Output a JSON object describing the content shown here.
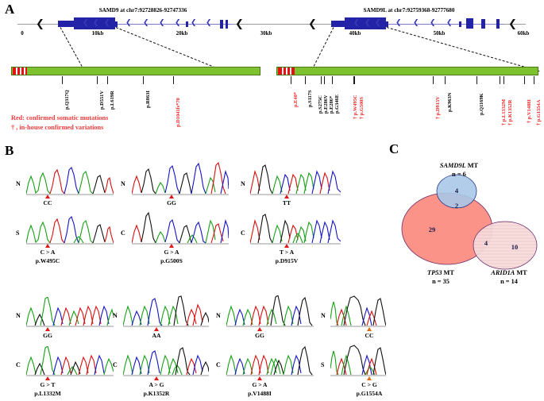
{
  "panels": {
    "a_letter": "A",
    "b_letter": "B",
    "c_letter": "C"
  },
  "panelA": {
    "genes": [
      {
        "name": "SAMD9 at chr7:92728826-92747336"
      },
      {
        "name": "SAMD9L at chr7:92759368-92777680"
      }
    ],
    "axis_labels": [
      "0",
      "10kb",
      "20kb",
      "30kb",
      "40kb",
      "50kb",
      "60kb"
    ],
    "legend_line1": "Red: confirmed somatic mutations",
    "legend_line2": "† , in-house confirmed variations",
    "samd9_mutations": [
      {
        "label": "p.Q317Q",
        "red": false
      },
      {
        "label": "p.D551V",
        "red": false
      },
      {
        "label": "p.L619R",
        "red": false
      },
      {
        "label": "p.R863I",
        "red": false
      },
      {
        "label": "p.D1041fs*70",
        "red": true
      }
    ],
    "samd9l_mutations": [
      {
        "label": "p.E40*",
        "red": true
      },
      {
        "label": "p.S117S",
        "red": false
      },
      {
        "label": "p.S275C",
        "red": false
      },
      {
        "label": "p.E286V",
        "red": false
      },
      {
        "label": "p.E286*",
        "red": false
      },
      {
        "label": "p.G346E",
        "red": false
      },
      {
        "label": "† p.W495C",
        "red": true
      },
      {
        "label": "† p.G500S",
        "red": true
      },
      {
        "label": "† p.D915V",
        "red": true
      },
      {
        "label": "p.K963N",
        "red": false
      },
      {
        "label": "p.Q1169K",
        "red": false
      },
      {
        "label": "† p.L1332M",
        "red": true
      },
      {
        "label": "† p.K1352R",
        "red": true
      },
      {
        "label": "† p.V1488I",
        "red": true
      },
      {
        "label": "† p.G1554A",
        "red": true
      }
    ],
    "colors": {
      "exon": "#2323a8",
      "protein_bar": "#7ec22f",
      "protein_domain": "#e81010",
      "mutation_red": "#ee2222"
    }
  },
  "panelB": {
    "traces": [
      {
        "top_row": "N",
        "bottom_row": "S",
        "wt_base": "CC",
        "change": "C > A",
        "protein": "p.W495C"
      },
      {
        "top_row": "N",
        "bottom_row": "C",
        "wt_base": "GG",
        "change": "G > A",
        "protein": "p.G500S"
      },
      {
        "top_row": "N",
        "bottom_row": "C",
        "wt_base": "TT",
        "change": "T > A",
        "protein": "p.D915V"
      },
      {
        "top_row": "N",
        "bottom_row": "C",
        "wt_base": "GG",
        "change": "G > T",
        "protein": "p.L1332M"
      },
      {
        "top_row": "N",
        "bottom_row": "C",
        "wt_base": "AA",
        "change": "A > G",
        "protein": "p.K1352R"
      },
      {
        "top_row": "N",
        "bottom_row": "C",
        "wt_base": "GG",
        "change": "G > A",
        "protein": "p.V1488I"
      },
      {
        "top_row": "N",
        "bottom_row": "S",
        "wt_base": "CC",
        "change": "C > G",
        "protein": "p.G1554A"
      }
    ]
  },
  "panelC": {
    "chart_data": {
      "type": "venn",
      "title": "",
      "sets": [
        {
          "name": "SAMD9L MT",
          "gene": "SAMD9L",
          "suffix": " MT",
          "count_label": "n = 6",
          "total": 6,
          "color": "#a9c8e8"
        },
        {
          "name": "TP53 MT",
          "gene": "TP53",
          "suffix": " MT",
          "count_label": "n = 35",
          "total": 35,
          "color": "#fb8a7e"
        },
        {
          "name": "ARID1A MT",
          "gene": "ARID1A",
          "suffix": " MT",
          "count_label": "n = 14",
          "total": 14,
          "color": "#f6d9d9"
        }
      ],
      "regions": [
        {
          "label": "4",
          "members": [
            "SAMD9L MT"
          ]
        },
        {
          "label": "2",
          "members": [
            "SAMD9L MT",
            "TP53 MT"
          ]
        },
        {
          "label": "29",
          "members": [
            "TP53 MT"
          ]
        },
        {
          "label": "4",
          "members": [
            "TP53 MT",
            "ARID1A MT"
          ]
        },
        {
          "label": "10",
          "members": [
            "ARID1A MT"
          ]
        }
      ]
    },
    "labels": {
      "samd9l_gene": "SAMD9L",
      "samd9l_mt": " MT",
      "samd9l_n": "n = 6",
      "tp53_gene": "TP53",
      "tp53_mt": " MT",
      "tp53_n": "n = 35",
      "arid1a_gene": "ARID1A",
      "arid1a_mt": " MT",
      "arid1a_n": "n = 14",
      "r_samd9l_only": "4",
      "r_samd9l_tp53": "2",
      "r_tp53_only": "29",
      "r_tp53_arid1a": "4",
      "r_arid1a_only": "10"
    }
  }
}
